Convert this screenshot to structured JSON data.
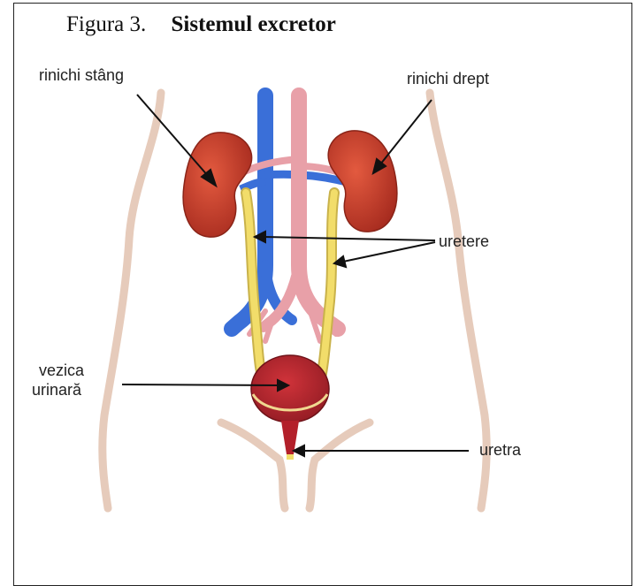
{
  "figure": {
    "number": "Figura 3.",
    "title": "Sistemul excretor"
  },
  "labels": {
    "left_kidney": "rinichi stâng",
    "right_kidney": "rinichi drept",
    "ureters": "uretere",
    "bladder_line1": "vezica",
    "bladder_line2": "urinară",
    "urethra": "uretra"
  },
  "colors": {
    "kidney": "#c0392b",
    "vein": "#3a6fd8",
    "artery": "#e8a0a8",
    "ureter": "#f2dd6a",
    "skin_outline": "#e3c8b8",
    "bladder": "#b3202a"
  }
}
